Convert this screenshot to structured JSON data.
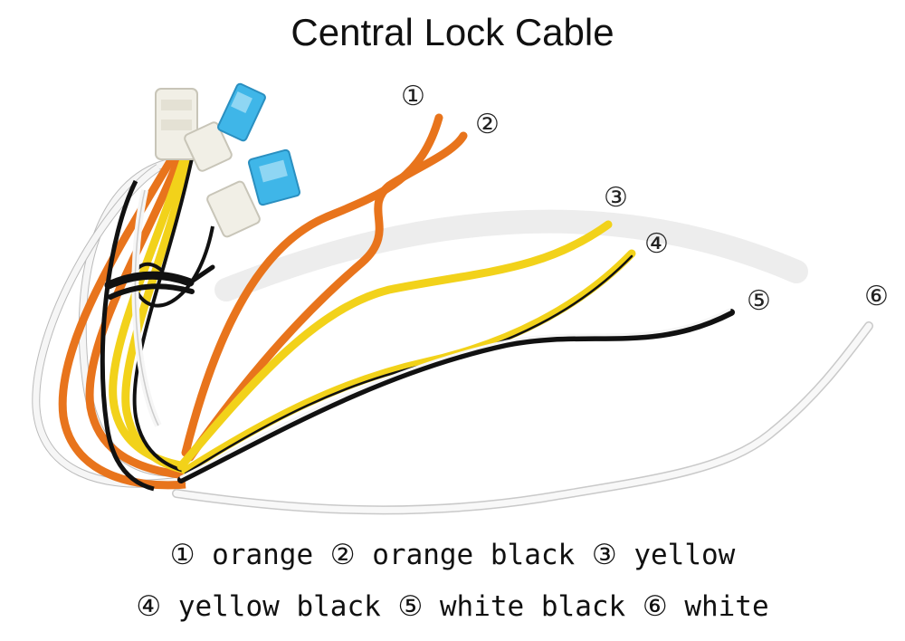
{
  "title": "Central Lock Cable",
  "callouts": [
    "①",
    "②",
    "③",
    "④",
    "⑤",
    "⑥"
  ],
  "legend": {
    "line1": "① orange ② orange black ③ yellow",
    "line2": "④ yellow black ⑤ white black ⑥ white"
  },
  "wires": [
    {
      "id": 1,
      "name": "orange",
      "color": "#E8741C",
      "stripe": ""
    },
    {
      "id": 2,
      "name": "orange black",
      "color": "#E8741C",
      "stripe": "#222222"
    },
    {
      "id": 3,
      "name": "yellow",
      "color": "#F2D21A",
      "stripe": ""
    },
    {
      "id": 4,
      "name": "yellow black",
      "color": "#F2D21A",
      "stripe": "#111111"
    },
    {
      "id": 5,
      "name": "white black",
      "color": "#F6F6F6",
      "stripe": "#111111"
    },
    {
      "id": 6,
      "name": "white",
      "color": "#F6F6F6",
      "stripe": ""
    }
  ],
  "colors": {
    "fuse": "#3FB6E8",
    "connector": "#F1EFE6",
    "tie": "#111111",
    "watermark": "#EDEDED"
  }
}
